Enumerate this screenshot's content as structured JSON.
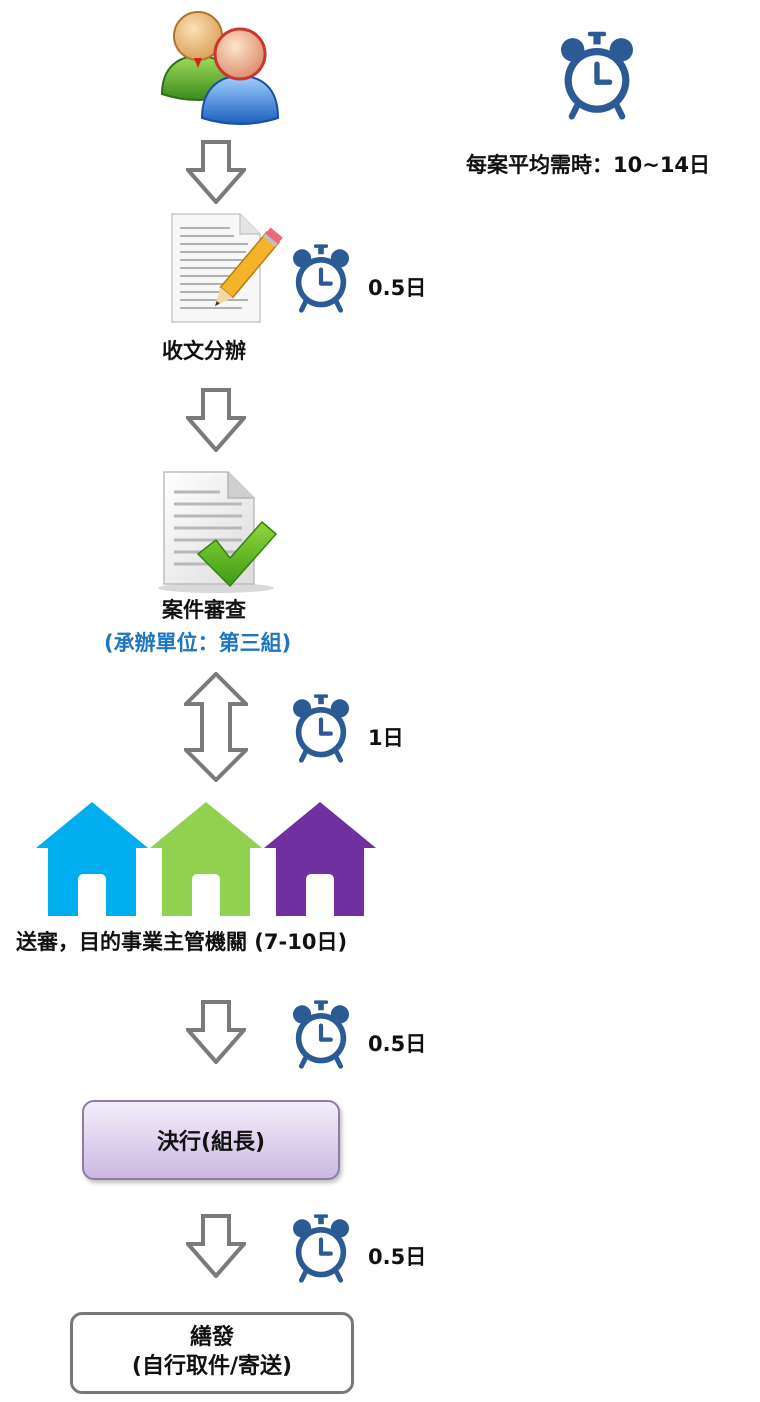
{
  "summary": {
    "avg_time": "每案平均需時：10~14日"
  },
  "steps": {
    "receive": {
      "label": "收文分辦",
      "time": "0.5日"
    },
    "review": {
      "label": "案件審查",
      "sub": "(承辦單位：第三組)",
      "time": "1日"
    },
    "agencies": {
      "label": "送審，目的事業主管機關 (7-10日)"
    },
    "decision": {
      "label": "決行(組長)",
      "time": "0.5日"
    },
    "send": {
      "line1": "繕發",
      "line2": "(自行取件/寄送)",
      "time": "0.5日"
    }
  },
  "colors": {
    "clock": "#2b5a95",
    "arrow": "#7a7a7a",
    "house_blue": "#00aeef",
    "house_green": "#92d050",
    "house_purple": "#7030a0",
    "sub_text": "#1f76bf"
  },
  "icons": [
    "users-icon",
    "alarm-clock-icon",
    "handwritten-document-icon",
    "approved-document-icon",
    "house-icon",
    "down-arrow-icon",
    "double-arrow-icon"
  ]
}
